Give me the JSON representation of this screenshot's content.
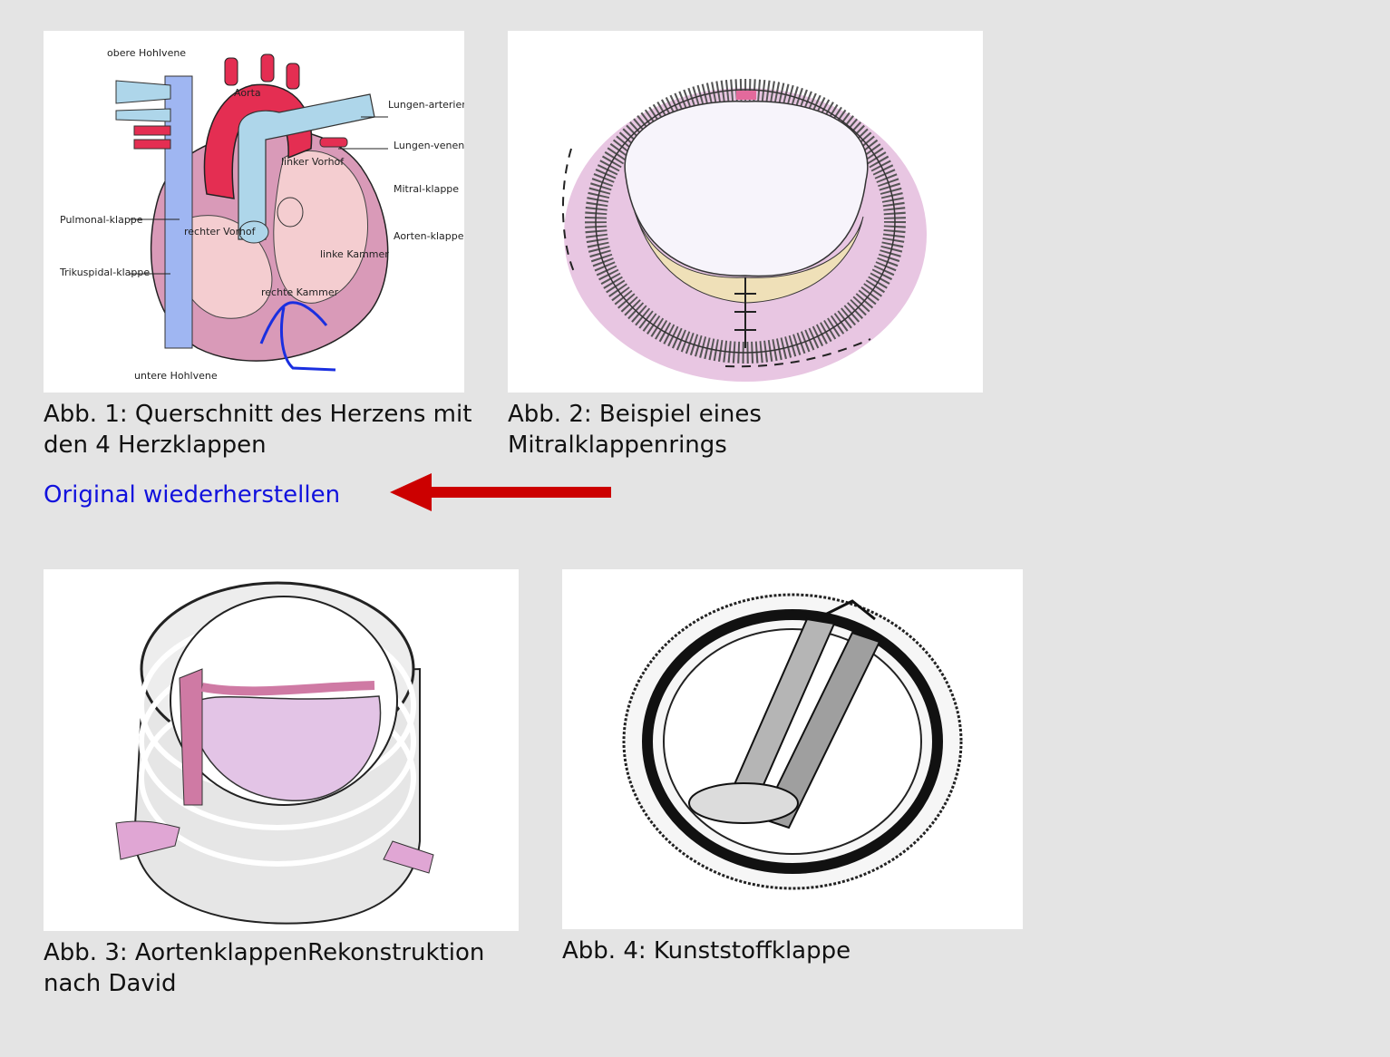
{
  "figures": [
    {
      "caption": "Abb. 1: Querschnitt des Herzens mit den 4 Herzklappen",
      "labels": {
        "vena_cava_sup": "obere Hohlvene",
        "aorta": "Aorta",
        "pulmonary_artery": "Lungen-arterien",
        "pulmonary_veins": "Lungen-venen",
        "left_atrium": "linker Vorhof",
        "mitral": "Mitral-klappe",
        "tricuspid": "Trikuspidal-klappe",
        "pulmonary_valve": "Pulmonal-klappe",
        "right_atrium": "rechter Vorhof",
        "aortic_valve": "Aorten-klappe",
        "left_ventricle": "linke Kammer",
        "right_ventricle": "rechte Kammer",
        "vena_cava_inf": "untere Hohlvene"
      }
    },
    {
      "caption": "Abb. 2: Beispiel eines Mitralklappenrings"
    },
    {
      "caption": "Abb. 3: AortenklappenRekonstruktion nach David"
    },
    {
      "caption": "Abb. 4: Kunststoffklappe"
    }
  ],
  "restore_link": "Original wiederherstellen",
  "colors": {
    "background": "#e4e4e4",
    "link": "#1111dd",
    "arrow": "#cc0000"
  }
}
